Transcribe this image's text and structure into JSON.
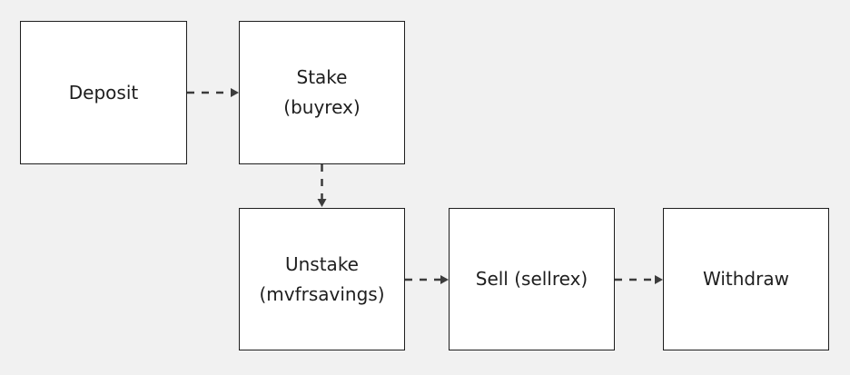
{
  "diagram": {
    "nodes": [
      {
        "id": "deposit",
        "label": "Deposit"
      },
      {
        "id": "stake",
        "label": "Stake\n(buyrex)"
      },
      {
        "id": "unstake",
        "label": "Unstake\n(mvfrsavings)"
      },
      {
        "id": "sell",
        "label": "Sell (sellrex)"
      },
      {
        "id": "withdraw",
        "label": "Withdraw"
      }
    ],
    "edges": [
      {
        "from": "deposit",
        "to": "stake",
        "style": "dashed"
      },
      {
        "from": "stake",
        "to": "unstake",
        "style": "dashed"
      },
      {
        "from": "unstake",
        "to": "sell",
        "style": "dashed"
      },
      {
        "from": "sell",
        "to": "withdraw",
        "style": "dashed"
      }
    ],
    "colors": {
      "background": "#f1f1f1",
      "node_fill": "#ffffff",
      "node_border": "#1e1e1e",
      "edge": "#3c3c3c",
      "text": "#1e1e1e"
    }
  }
}
